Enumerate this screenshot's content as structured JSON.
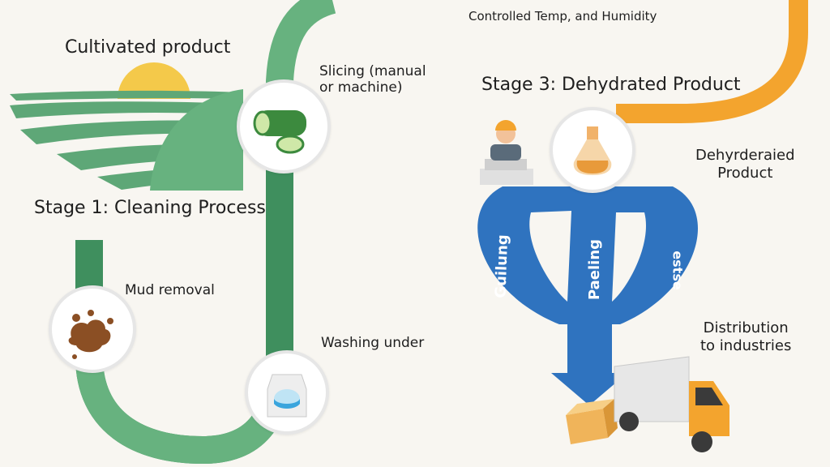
{
  "labels": {
    "cultivated": "Cultivated product",
    "stage1": "Stage 1: Cleaning Process",
    "mud_removal": "Mud removal",
    "washing": "Washing under",
    "slicing": "Slicing (manual\nor machine)",
    "controlled": "Controlled Temp, and Humidity",
    "stage3": "Stage 3: Dehydrated Product",
    "dehydrated_product": "Dehyrderaied\nProduct",
    "distribution": "Distribution\nto industries"
  },
  "arrow_words": {
    "left": "Guilung",
    "middle": "Paeling",
    "right": "estse"
  },
  "icons": {
    "sun": "sun-icon",
    "field": "field-icon",
    "cucumber": "cucumber-slices-icon",
    "mud": "mud-icon",
    "washer": "washing-machine-icon",
    "flask": "flask-icon",
    "worker": "worker-icon",
    "box": "box-icon",
    "truck": "truck-icon"
  },
  "colors": {
    "green_dark": "#3f8f5e",
    "green_light": "#67b27f",
    "orange": "#f3a42e",
    "blue": "#2f73bf",
    "sun": "#f4c94a"
  }
}
